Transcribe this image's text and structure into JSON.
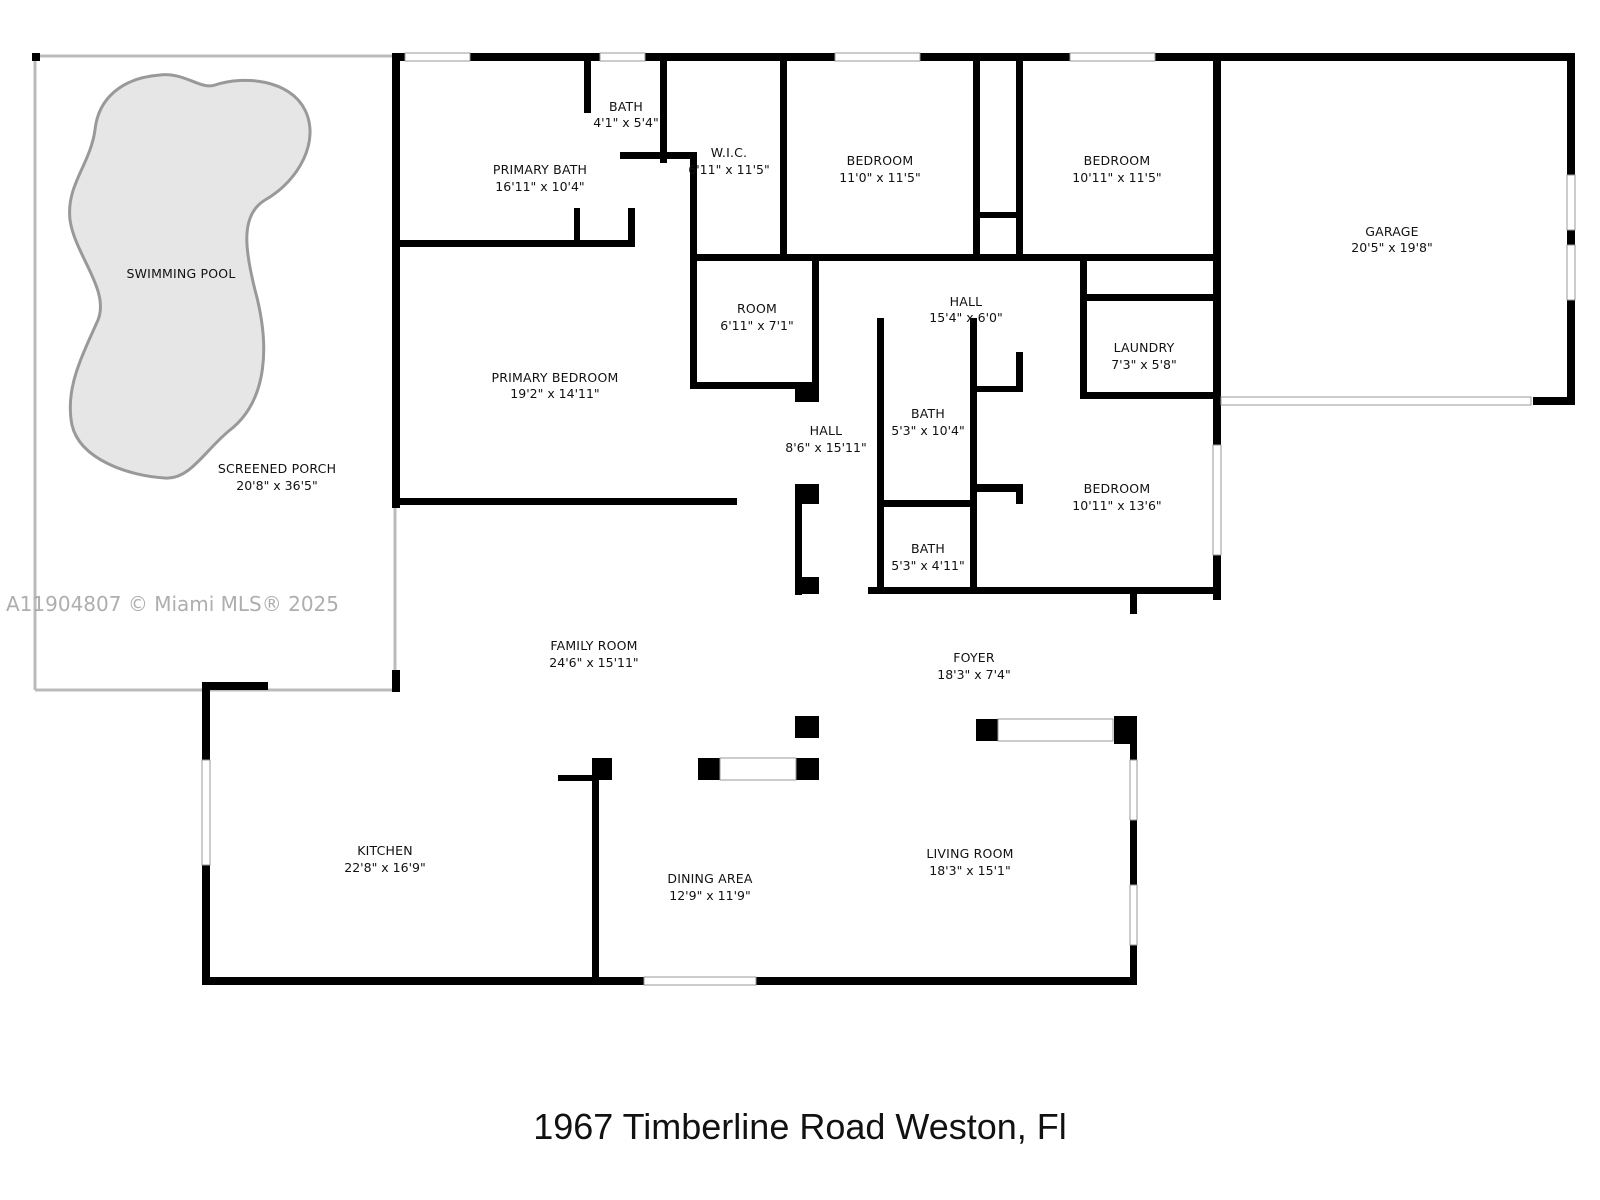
{
  "rooms": {
    "swimming_pool": {
      "name": "SWIMMING POOL",
      "dim": ""
    },
    "screened_porch": {
      "name": "SCREENED PORCH",
      "dim": "20'8\" x 36'5\""
    },
    "primary_bath": {
      "name": "PRIMARY BATH",
      "dim": "16'11\" x 10'4\""
    },
    "bath_small": {
      "name": "BATH",
      "dim": "4'1\" x 5'4\""
    },
    "wic": {
      "name": "W.I.C.",
      "dim": "6'11\" x 11'5\""
    },
    "bedroom_1": {
      "name": "BEDROOM",
      "dim": "11'0\" x 11'5\""
    },
    "bedroom_2": {
      "name": "BEDROOM",
      "dim": "10'11\" x 11'5\""
    },
    "garage": {
      "name": "GARAGE",
      "dim": "20'5\" x 19'8\""
    },
    "primary_bedroom": {
      "name": "PRIMARY BEDROOM",
      "dim": "19'2\" x 14'11\""
    },
    "room": {
      "name": "ROOM",
      "dim": "6'11\" x 7'1\""
    },
    "hall_upper": {
      "name": "HALL",
      "dim": "15'4\" x 6'0\""
    },
    "laundry": {
      "name": "LAUNDRY",
      "dim": "7'3\" x 5'8\""
    },
    "hall_lower": {
      "name": "HALL",
      "dim": "8'6\" x 15'11\""
    },
    "bath_mid": {
      "name": "BATH",
      "dim": "5'3\" x 10'4\""
    },
    "bedroom_3": {
      "name": "BEDROOM",
      "dim": "10'11\" x 13'6\""
    },
    "bath_lower": {
      "name": "BATH",
      "dim": "5'3\" x 4'11\""
    },
    "family_room": {
      "name": "FAMILY ROOM",
      "dim": "24'6\" x 15'11\""
    },
    "foyer": {
      "name": "FOYER",
      "dim": "18'3\" x 7'4\""
    },
    "kitchen": {
      "name": "KITCHEN",
      "dim": "22'8\" x 16'9\""
    },
    "living_room": {
      "name": "LIVING ROOM",
      "dim": "18'3\" x 15'1\""
    },
    "dining_area": {
      "name": "DINING AREA",
      "dim": "12'9\" x 11'9\""
    }
  },
  "watermark": "A11904807 © Miami MLS® 2025",
  "address": "1967 Timberline Road Weston, Fl",
  "colors": {
    "wall": "#000000",
    "pool_fill": "#e6e6e6",
    "window": "#c8c8c8"
  }
}
